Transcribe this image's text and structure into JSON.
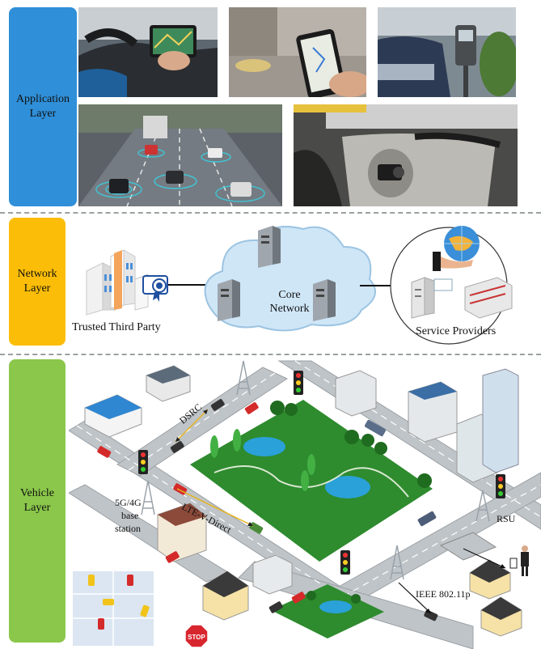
{
  "layers": {
    "application": {
      "line1": "Application",
      "line2": "Layer"
    },
    "network": {
      "line1": "Network",
      "line2": "Layer"
    },
    "vehicle": {
      "line1": "Vehicle",
      "line2": "Layer"
    }
  },
  "network": {
    "trusted_party": "Trusted Third Party",
    "core_line1": "Core",
    "core_line2": "Network",
    "service_providers": "Service Providers"
  },
  "vehicle_scene": {
    "dsrc": "DSRC",
    "bs_line1": "5G/4G",
    "bs_line2": "base",
    "bs_line3": "station",
    "ltev": "LTE-V-Direct",
    "rsu": "RSU",
    "ieee": "IEEE 802.11p",
    "stop": "STOP"
  },
  "colors": {
    "application_layer": "#2f8fd8",
    "network_layer": "#fbbd07",
    "vehicle_layer": "#8ac74a",
    "divider": "#9aa0a0"
  }
}
